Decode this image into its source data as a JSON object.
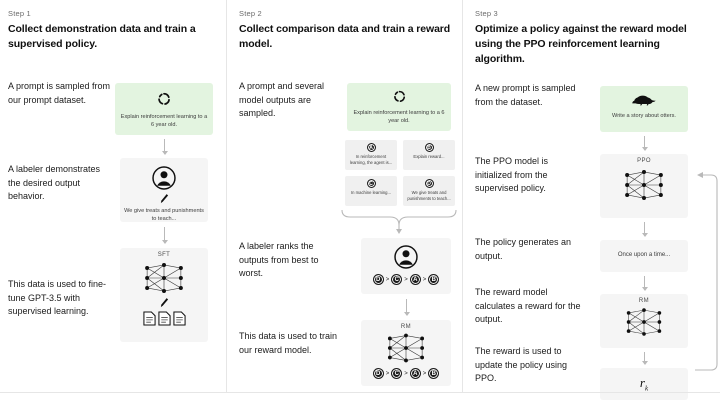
{
  "steps": [
    {
      "label": "Step 1",
      "title": "Collect demonstration data and train a supervised policy.",
      "captions": [
        "A prompt is sampled from our prompt dataset.",
        "A labeler demonstrates the desired output behavior.",
        "This data is used to fine-tune GPT-3.5 with supervised learning."
      ],
      "prompt_card": {
        "icon": "loop-icon",
        "text": "Explain reinforcement learning to a 6 year old."
      },
      "labeler_card": {
        "icon": "person-icon",
        "pen_icon": "pen-icon",
        "text": "We give treats and punishments to teach..."
      },
      "model_card": {
        "title": "SFT",
        "icon": "neural-network-icon",
        "pen_icon": "pen-icon",
        "docs_icon": "documents-icon"
      }
    },
    {
      "label": "Step 2",
      "title": "Collect comparison data and train a reward model.",
      "captions": [
        "A prompt and several model outputs are sampled.",
        "A labeler ranks the outputs from best to worst.",
        "This data is used to train our reward model."
      ],
      "prompt_card": {
        "icon": "loop-icon",
        "text": "Explain reinforcement learning to a 6 year old."
      },
      "outputs": [
        {
          "badge": "A",
          "text": "In reinforcement learning, the agent is..."
        },
        {
          "badge": "B",
          "text": "Explain reward..."
        },
        {
          "badge": "C",
          "text": "In machine learning..."
        },
        {
          "badge": "D",
          "text": "We give treats and punishments to teach..."
        }
      ],
      "labeler_card": {
        "icon": "person-icon",
        "ranking": [
          "D",
          "C",
          "A",
          "B"
        ],
        "separator": ">"
      },
      "model_card": {
        "title": "RM",
        "icon": "neural-network-icon",
        "ranking": [
          "D",
          "C",
          "A",
          "B"
        ],
        "separator": ">"
      }
    },
    {
      "label": "Step 3",
      "title": "Optimize a policy against the reward model using the PPO reinforcement learning algorithm.",
      "captions": [
        "A new prompt is sampled from the dataset.",
        "The PPO model is initialized from the supervised policy.",
        "The policy generates an output.",
        "The reward model calculates a reward for the output.",
        "The reward is used to update the policy using PPO."
      ],
      "prompt_card": {
        "icon": "otter-icon",
        "text": "Write a story about otters."
      },
      "ppo_card": {
        "title": "PPO",
        "icon": "neural-network-icon"
      },
      "output_card": {
        "text": "Once upon a time..."
      },
      "rm_card": {
        "title": "RM",
        "icon": "neural-network-icon"
      },
      "reward_card": {
        "symbol": "r",
        "subscript": "k"
      }
    }
  ],
  "colors": {
    "prompt_green": "#e3f4e0",
    "card_gray": "#f5f5f5",
    "arrow_gray": "#b9b9b9",
    "text_dark": "#1b1b1b",
    "text_muted": "#6b6b6b"
  }
}
